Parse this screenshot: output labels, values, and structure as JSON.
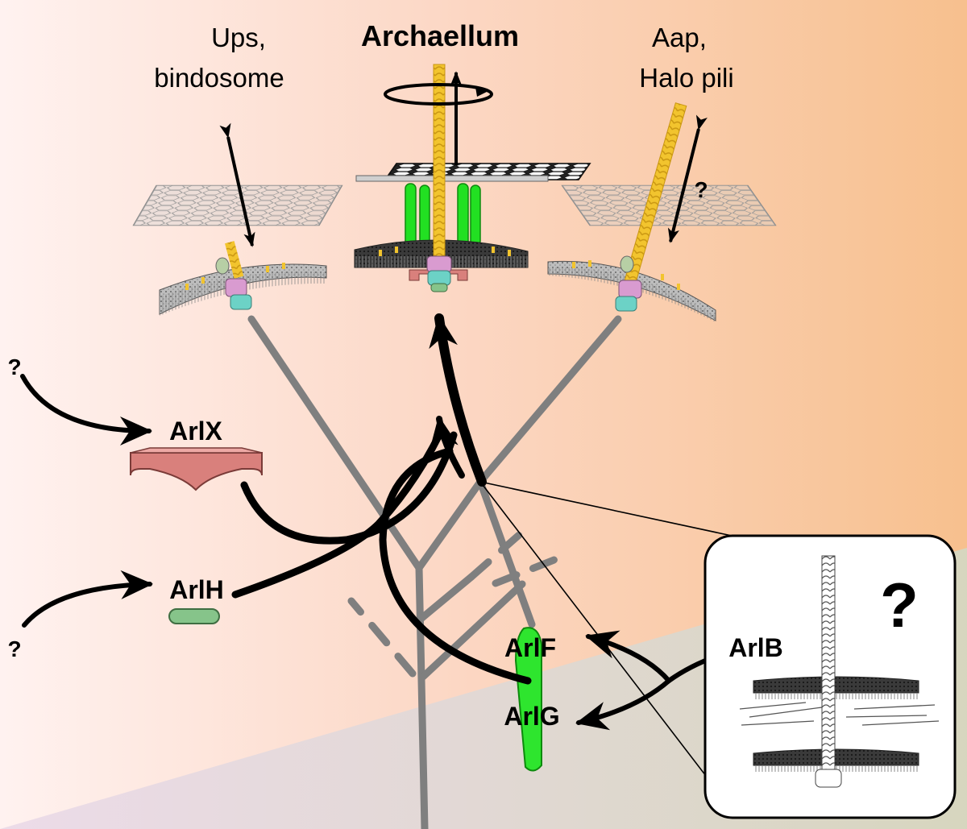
{
  "top_labels": {
    "left_line1": "Ups,",
    "left_line2": "bindosome",
    "center": "Archaellum",
    "right_line1": "Aap,",
    "right_line2": "Halo pili"
  },
  "proteins": {
    "arlx": "ArlX",
    "arlh": "ArlH",
    "arlf": "ArlF",
    "arlg": "ArlG",
    "arlb": "ArlB"
  },
  "question_marks": {
    "arlx_input": "?",
    "arlh_input": "?",
    "right_pilus": "?",
    "inset": "?"
  },
  "colors": {
    "background_left": "#fde8e4",
    "background_right": "#f8c89a",
    "lower_band": "#e3d6dc",
    "tree": "#7f7f7f",
    "arrow": "#000000",
    "filament_yellow": "#f2c42e",
    "arlf_arlg_green": "#2ee52e",
    "arlx_red": "#d9807c",
    "arlh_green": "#86c48a",
    "atpase_pink": "#d99bd0",
    "atpase_cyan": "#6cd2c6"
  }
}
